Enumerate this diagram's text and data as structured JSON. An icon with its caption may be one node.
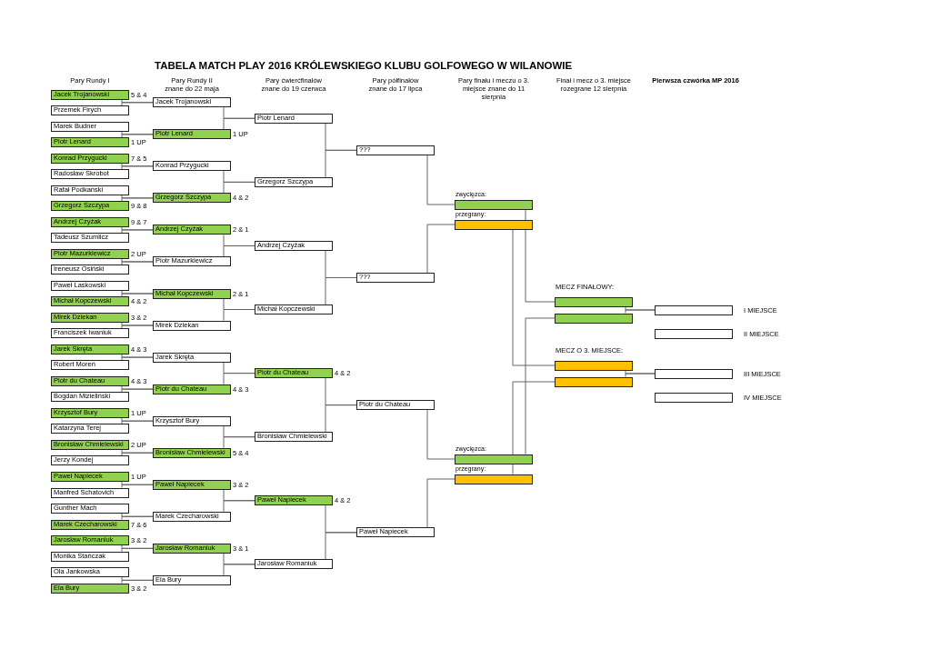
{
  "diagram": {
    "title": "TABELA MATCH PLAY 2016 KRÓLEWSKIEGO KLUBU GOLFOWEGO W WILANOWIE",
    "nodes": [
      {
        "text": [
          "Jacek Trojanowski"
        ],
        "beside": [
          "5 & 4"
        ]
      },
      {
        "text": [
          "Przemek Firych"
        ]
      },
      {
        "text": [
          "Marek Budner"
        ]
      },
      {
        "text": [
          "Piotr Lenard"
        ],
        "beside": [
          "1 UP"
        ]
      },
      {
        "text": [
          "Konrad Przygucki"
        ],
        "beside": [
          "7 & 5"
        ]
      },
      {
        "text": [
          "Radosław Skrobot"
        ]
      },
      {
        "text": [
          "Rafał Podkański"
        ]
      },
      {
        "text": [
          "Grzegorz Szczypa"
        ],
        "beside": [
          "9 & 8"
        ]
      },
      {
        "text": [
          "Andrzej Czyżak"
        ],
        "beside": [
          "9 & 7"
        ]
      },
      {
        "text": [
          "Tadeusz Szumlicz"
        ]
      },
      {
        "text": [
          "Piotr Mazurkiewicz"
        ],
        "beside": [
          "2 UP"
        ]
      },
      {
        "text": [
          "Ireneusz Osiński"
        ]
      },
      {
        "text": [
          "Paweł Laskowski"
        ]
      },
      {
        "text": [
          "Michał Kopczewski"
        ],
        "beside": [
          "4 & 2"
        ]
      },
      {
        "text": [
          "Mirek Dziekan"
        ],
        "beside": [
          "3 & 2"
        ]
      },
      {
        "text": [
          "Franciszek Iwaniuk"
        ]
      },
      {
        "text": [
          "Jarek Skręta"
        ],
        "beside": [
          "4 & 3"
        ]
      },
      {
        "text": [
          "Robert Moreń"
        ]
      },
      {
        "text": [
          "Piotr du Chateau"
        ],
        "beside": [
          "4 & 3"
        ]
      },
      {
        "text": [
          "Bogdan Mizieliński"
        ]
      },
      {
        "text": [
          "Krzysztof Bury"
        ],
        "beside": [
          "1 UP"
        ]
      },
      {
        "text": [
          "Katarzyna Terej"
        ]
      },
      {
        "text": [
          "Bronisław Chmielewski"
        ],
        "beside": [
          "2 UP"
        ]
      },
      {
        "text": [
          "Jerzy Kondej"
        ]
      },
      {
        "text": [
          "Paweł Napiecek"
        ],
        "beside": [
          "1 UP"
        ]
      },
      {
        "text": [
          "Manfred Schatovich"
        ]
      },
      {
        "text": [
          "Gunther Mach"
        ]
      },
      {
        "text": [
          "Marek Czecharowski"
        ],
        "beside": [
          "7 & 6"
        ]
      },
      {
        "text": [
          "Jarosław Romaniuk"
        ],
        "beside": [
          "3 & 2"
        ]
      },
      {
        "text": [
          "Monika Stańczak"
        ]
      },
      {
        "text": [
          "Ola Jankowska"
        ]
      },
      {
        "text": [
          "Ela Bury"
        ],
        "beside": [
          "3 & 2"
        ]
      },
      {
        "text": [
          "Jacek Trojanowski"
        ]
      },
      {
        "text": [
          "Piotr Lenard"
        ],
        "beside": [
          "1 UP"
        ]
      },
      {
        "text": [
          "Konrad Przygucki"
        ]
      },
      {
        "text": [
          "Grzegorz Szczypa"
        ],
        "beside": [
          "4 & 2"
        ]
      },
      {
        "text": [
          "Andrzej Czyżak"
        ],
        "beside": [
          "2 & 1"
        ]
      },
      {
        "text": [
          "Piotr Mazurkiewicz"
        ]
      },
      {
        "text": [
          "Michał Kopczewski"
        ],
        "beside": [
          "2 & 1"
        ]
      },
      {
        "text": [
          "Mirek Dziekan"
        ]
      },
      {
        "text": [
          "Jarek Skręta"
        ]
      },
      {
        "text": [
          "Piotr du Chateau"
        ],
        "beside": [
          "4 & 3"
        ]
      },
      {
        "text": [
          "Krzysztof Bury"
        ]
      },
      {
        "text": [
          "Bronisław Chmielewski"
        ],
        "beside": [
          "5 & 4"
        ]
      },
      {
        "text": [
          "Paweł Napiecek"
        ],
        "beside": [
          "3 & 2"
        ]
      },
      {
        "text": [
          "Marek Czecharowski"
        ]
      },
      {
        "text": [
          "Jarosław Romaniuk"
        ],
        "beside": [
          "3 & 1"
        ]
      },
      {
        "text": [
          "Ela Bury"
        ]
      },
      {
        "text": [
          "Piotr Lenard"
        ]
      },
      {
        "text": [
          "Grzegorz Szczypa"
        ]
      },
      {
        "text": [
          "Andrzej Czyżak"
        ]
      },
      {
        "text": [
          "Michał Kopczewski"
        ]
      },
      {
        "text": [
          "Piotr du Chateau"
        ],
        "beside": [
          "4 & 2"
        ]
      },
      {
        "text": [
          "Bronisław Chmielewski"
        ]
      },
      {
        "text": [
          "Paweł Napiecek"
        ],
        "beside": [
          "4 & 2"
        ]
      },
      {
        "text": [
          "Jarosław Romaniuk"
        ]
      },
      {
        "text": [
          "???"
        ]
      },
      {
        "text": [
          "???"
        ]
      },
      {
        "text": [
          "Piotr du Chateau"
        ]
      },
      {
        "text": [
          "Paweł Napiecek"
        ]
      },
      {
        "text": [
          "zwycięzca:"
        ]
      },
      {
        "text": [
          "przegrany:"
        ]
      },
      {
        "text": [
          "zwycięzca:"
        ]
      },
      {
        "text": [
          "przegrany:"
        ]
      },
      {
        "text": [],
        "shape": "box"
      },
      {
        "text": [],
        "shape": "box"
      },
      {
        "text": [],
        "shape": "box"
      },
      {
        "text": [],
        "shape": "box"
      },
      {
        "text": [],
        "shape": "box",
        "beside": [
          "I MIEJSCE"
        ]
      },
      {
        "text": [],
        "shape": "box",
        "beside": [
          "II MIEJSCE"
        ]
      },
      {
        "text": [],
        "shape": "box",
        "beside": [
          "III MIEJSCE"
        ]
      },
      {
        "text": [],
        "shape": "box",
        "beside": [
          "IV MIEJSCE"
        ]
      }
    ],
    "edges": [
      {
        "from": 0,
        "to": 32,
        "arrow": "none"
      },
      {
        "from": 1,
        "to": 32,
        "arrow": "none"
      },
      {
        "from": 2,
        "to": 33,
        "arrow": "none"
      },
      {
        "from": 3,
        "to": 33,
        "arrow": "none"
      },
      {
        "from": 4,
        "to": 34,
        "arrow": "none"
      },
      {
        "from": 5,
        "to": 34,
        "arrow": "none"
      },
      {
        "from": 6,
        "to": 35,
        "arrow": "none"
      },
      {
        "from": 7,
        "to": 35,
        "arrow": "none"
      },
      {
        "from": 8,
        "to": 36,
        "arrow": "none"
      },
      {
        "from": 9,
        "to": 36,
        "arrow": "none"
      },
      {
        "from": 10,
        "to": 37,
        "arrow": "none"
      },
      {
        "from": 11,
        "to": 37,
        "arrow": "none"
      },
      {
        "from": 12,
        "to": 38,
        "arrow": "none"
      },
      {
        "from": 13,
        "to": 38,
        "arrow": "none"
      },
      {
        "from": 14,
        "to": 39,
        "arrow": "none"
      },
      {
        "from": 15,
        "to": 39,
        "arrow": "none"
      },
      {
        "from": 16,
        "to": 40,
        "arrow": "none"
      },
      {
        "from": 17,
        "to": 40,
        "arrow": "none"
      },
      {
        "from": 18,
        "to": 41,
        "arrow": "none"
      },
      {
        "from": 19,
        "to": 41,
        "arrow": "none"
      },
      {
        "from": 20,
        "to": 42,
        "arrow": "none"
      },
      {
        "from": 21,
        "to": 42,
        "arrow": "none"
      },
      {
        "from": 22,
        "to": 43,
        "arrow": "none"
      },
      {
        "from": 23,
        "to": 43,
        "arrow": "none"
      },
      {
        "from": 24,
        "to": 44,
        "arrow": "none"
      },
      {
        "from": 25,
        "to": 44,
        "arrow": "none"
      },
      {
        "from": 26,
        "to": 45,
        "arrow": "none"
      },
      {
        "from": 27,
        "to": 45,
        "arrow": "none"
      },
      {
        "from": 28,
        "to": 46,
        "arrow": "none"
      },
      {
        "from": 29,
        "to": 46,
        "arrow": "none"
      },
      {
        "from": 30,
        "to": 47,
        "arrow": "none"
      },
      {
        "from": 31,
        "to": 47,
        "arrow": "none"
      },
      {
        "from": 32,
        "to": 48,
        "arrow": "none"
      },
      {
        "from": 33,
        "to": 48,
        "arrow": "none"
      },
      {
        "from": 34,
        "to": 49,
        "arrow": "none"
      },
      {
        "from": 35,
        "to": 49,
        "arrow": "none"
      },
      {
        "from": 36,
        "to": 50,
        "arrow": "none"
      },
      {
        "from": 37,
        "to": 50,
        "arrow": "none"
      },
      {
        "from": 38,
        "to": 51,
        "arrow": "none"
      },
      {
        "from": 39,
        "to": 51,
        "arrow": "none"
      },
      {
        "from": 40,
        "to": 52,
        "arrow": "none"
      },
      {
        "from": 41,
        "to": 52,
        "arrow": "none"
      },
      {
        "from": 42,
        "to": 53,
        "arrow": "none"
      },
      {
        "from": 43,
        "to": 53,
        "arrow": "none"
      },
      {
        "from": 44,
        "to": 54,
        "arrow": "none"
      },
      {
        "from": 45,
        "to": 54,
        "arrow": "none"
      },
      {
        "from": 46,
        "to": 55,
        "arrow": "none"
      },
      {
        "from": 47,
        "to": 55,
        "arrow": "none"
      },
      {
        "from": 48,
        "to": 56,
        "arrow": "none"
      },
      {
        "from": 49,
        "to": 56,
        "arrow": "none"
      },
      {
        "from": 50,
        "to": 57,
        "arrow": "none"
      },
      {
        "from": 51,
        "to": 57,
        "arrow": "none"
      },
      {
        "from": 52,
        "to": 58,
        "arrow": "none"
      },
      {
        "from": 53,
        "to": 58,
        "arrow": "none"
      },
      {
        "from": 54,
        "to": 59,
        "arrow": "none"
      },
      {
        "from": 55,
        "to": 59,
        "arrow": "none"
      },
      {
        "from": 56,
        "to": 60,
        "arrow": "none"
      },
      {
        "from": 57,
        "to": 61,
        "arrow": "none"
      },
      {
        "from": 58,
        "to": 62,
        "arrow": "none"
      },
      {
        "from": 59,
        "to": 63,
        "arrow": "none"
      },
      {
        "from": 60,
        "to": 64,
        "arrow": "none"
      },
      {
        "from": 62,
        "to": 65,
        "arrow": "none"
      },
      {
        "from": 61,
        "to": 66,
        "arrow": "none"
      },
      {
        "from": 63,
        "to": 67,
        "arrow": "none"
      },
      {
        "from": 64,
        "to": 68,
        "arrow": "none"
      },
      {
        "from": 65,
        "to": 68,
        "arrow": "none"
      },
      {
        "from": 66,
        "to": 70,
        "arrow": "none"
      },
      {
        "from": 67,
        "to": 70,
        "arrow": "none"
      }
    ],
    "labels": [
      "Pary Rundy I",
      "Pary Rundy II znane do 22 maja",
      "Pary ćwierćfinałów znane do 19 czerwca",
      "Pary półfinałów znane do 17 lipca",
      "Pary finału i meczu o 3. miejsce znane do 11 sierpnia",
      "Finał i mecz o 3. miejsce rozegrane 12 sierpnia",
      "Pierwsza czwórka MP 2016",
      "MECZ FINAŁOWY:",
      "MECZ O 3. MIEJSCE:"
    ]
  }
}
